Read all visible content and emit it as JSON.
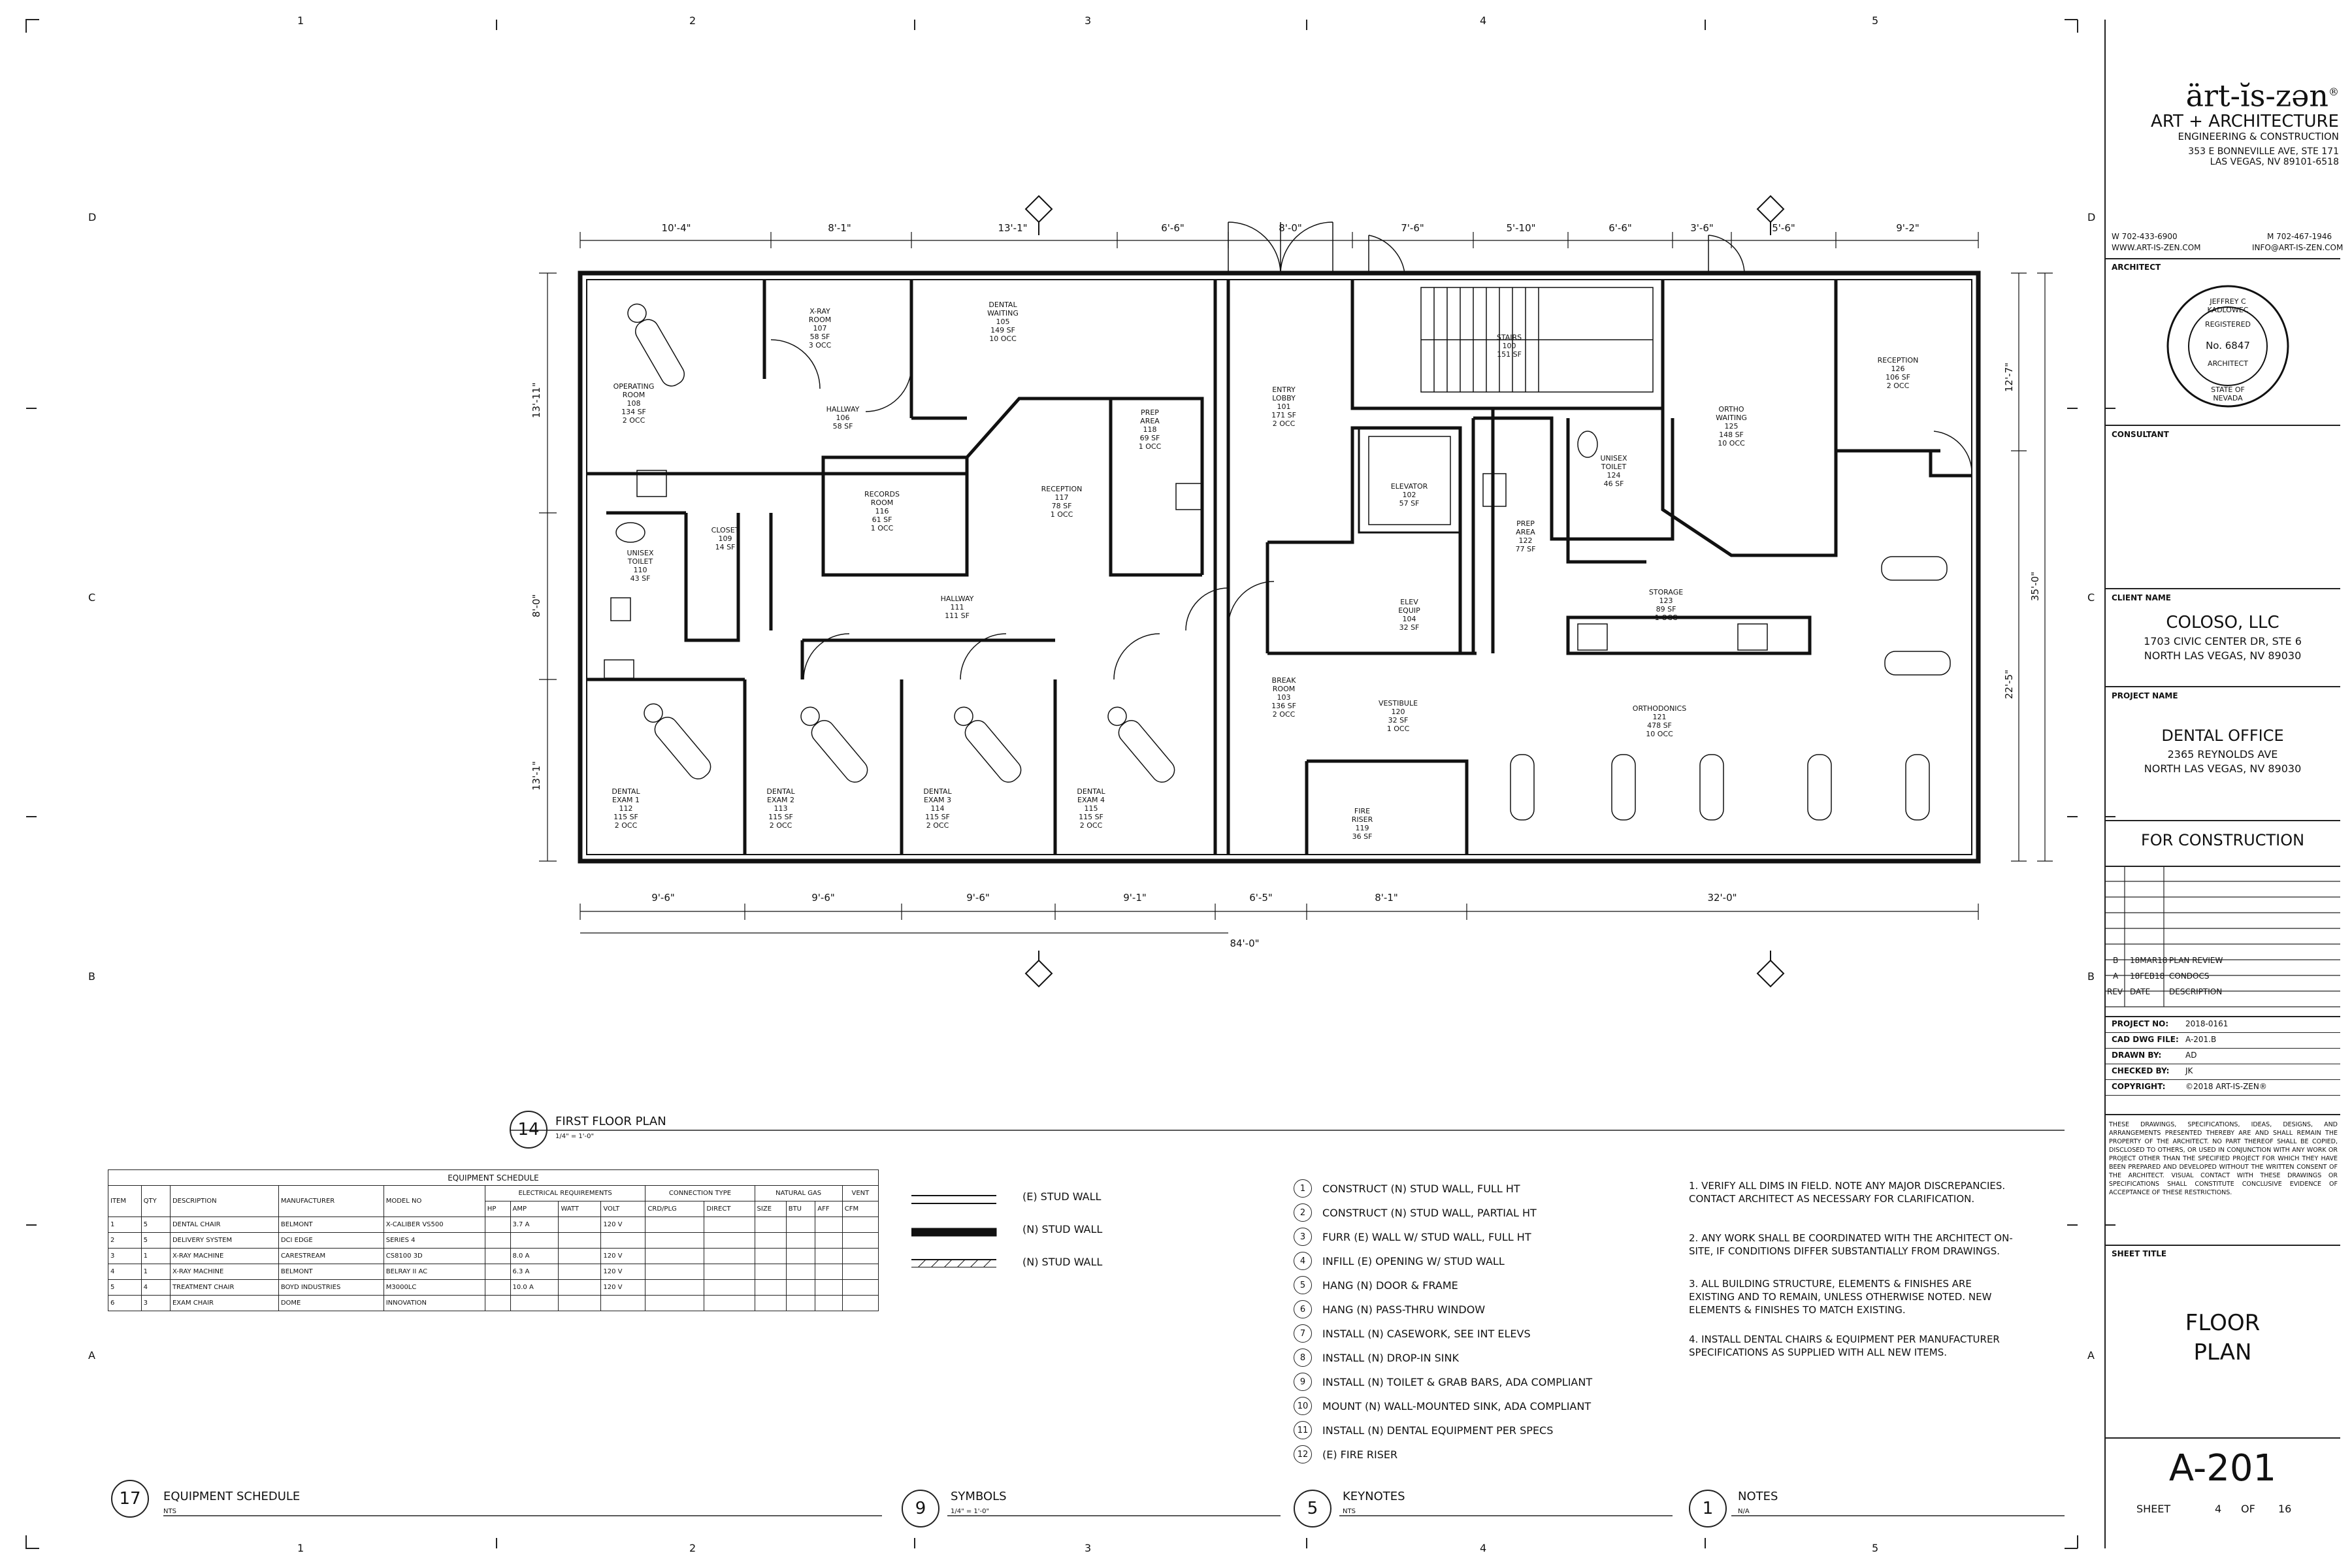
{
  "grid": {
    "cols": [
      "1",
      "2",
      "3",
      "4",
      "5"
    ],
    "rows": [
      "D",
      "C",
      "B",
      "A"
    ]
  },
  "firm": {
    "name": "ärt-ĭs-zən",
    "reg": "®",
    "line1": "ART + ARCHITECTURE",
    "line2": "ENGINEERING & CONSTRUCTION",
    "addr1": "353 E BONNEVILLE AVE, STE 171",
    "addr2": "LAS VEGAS, NV 89101-6518",
    "phone_w": "W 702-433-6900",
    "phone_m": "M 702-467-1946",
    "web": "WWW.ART-IS-ZEN.COM",
    "email": "INFO@ART-IS-ZEN.COM"
  },
  "titleblock": {
    "architect_label": "ARCHITECT",
    "consultant_label": "CONSULTANT",
    "client_label": "CLIENT NAME",
    "client_name": "COLOSO, LLC",
    "client_addr1": "1703 CIVIC CENTER DR, STE 6",
    "client_addr2": "NORTH LAS VEGAS, NV 89030",
    "project_label": "PROJECT NAME",
    "project_name": "DENTAL OFFICE",
    "project_addr1": "2365 REYNOLDS AVE",
    "project_addr2": "NORTH LAS VEGAS, NV 89030",
    "status": "FOR CONSTRUCTION",
    "revisions": [
      {
        "rev": "B",
        "date": "18MAR18",
        "desc": "PLAN REVIEW"
      },
      {
        "rev": "A",
        "date": "18FEB18",
        "desc": "CONDOCS"
      },
      {
        "rev": "REV",
        "date": "DATE",
        "desc": "DESCRIPTION"
      }
    ],
    "info": [
      {
        "k": "PROJECT NO:",
        "v": "2018-0161"
      },
      {
        "k": "CAD DWG FILE:",
        "v": "A-201.B"
      },
      {
        "k": "DRAWN BY:",
        "v": "AD"
      },
      {
        "k": "CHECKED BY:",
        "v": "JK"
      },
      {
        "k": "COPYRIGHT:",
        "v": "©2018 ART-IS-ZEN®"
      }
    ],
    "disclaimer": "THESE DRAWINGS, SPECIFICATIONS, IDEAS, DESIGNS, AND ARRANGEMENTS PRESENTED THEREBY ARE AND SHALL REMAIN THE PROPERTY OF THE ARCHITECT. NO PART THEREOF SHALL BE COPIED, DISCLOSED TO OTHERS, OR USED IN CONJUNCTION WITH ANY WORK OR PROJECT OTHER THAN THE SPECIFIED PROJECT FOR WHICH THEY HAVE BEEN PREPARED AND DEVELOPED WITHOUT THE WRITTEN CONSENT OF THE ARCHITECT. VISUAL CONTACT WITH THESE DRAWINGS OR SPECIFICATIONS SHALL CONSTITUTE CONCLUSIVE EVIDENCE OF ACCEPTANCE OF THESE RESTRICTIONS.",
    "sheet_title_label": "SHEET TITLE",
    "sheet_title1": "FLOOR",
    "sheet_title2": "PLAN",
    "sheet_no": "A-201",
    "sheet_label": "SHEET",
    "sheet_of": "4",
    "of_label": "OF",
    "sheet_total": "16"
  },
  "seal": {
    "name": "JEFFREY C KADLOWEC",
    "registered": "REGISTERED",
    "no": "No. 6847",
    "architect": "ARCHITECT",
    "state": "STATE OF NEVADA"
  },
  "plan": {
    "number": "14",
    "title": "FIRST FLOOR PLAN",
    "scale": "1/4\" = 1'-0\"",
    "rooms": [
      {
        "name": "OPERATING\nROOM\n108\n134 SF\n2 OCC"
      },
      {
        "name": "X-RAY\nROOM\n107\n58 SF\n3 OCC"
      },
      {
        "name": "DENTAL\nWAITING\n105\n149 SF\n10 OCC"
      },
      {
        "name": "HALLWAY\n106\n58 SF"
      },
      {
        "name": "PREP\nAREA\n118\n69 SF\n1 OCC"
      },
      {
        "name": "RECORDS\nROOM\n116\n61 SF\n1 OCC"
      },
      {
        "name": "RECEPTION\n117\n78 SF\n1 OCC"
      },
      {
        "name": "UNISEX\nTOILET\n110\n43 SF"
      },
      {
        "name": "CLOSET\n109\n14 SF"
      },
      {
        "name": "HALLWAY\n111\n111 SF"
      },
      {
        "name": "DENTAL\nEXAM 1\n112\n115 SF\n2 OCC"
      },
      {
        "name": "DENTAL\nEXAM 2\n113\n115 SF\n2 OCC"
      },
      {
        "name": "DENTAL\nEXAM 3\n114\n115 SF\n2 OCC"
      },
      {
        "name": "DENTAL\nEXAM 4\n115\n115 SF\n2 OCC"
      },
      {
        "name": "ENTRY\nLOBBY\n101\n171 SF\n2 OCC"
      },
      {
        "name": "ELEVATOR\n102\n57 SF"
      },
      {
        "name": "ELEV\nEQUIP\n104\n32 SF"
      },
      {
        "name": "BREAK\nROOM\n103\n136 SF\n2 OCC"
      },
      {
        "name": "VESTIBULE\n120\n32 SF\n1 OCC"
      },
      {
        "name": "FIRE\nRISER\n119\n36 SF"
      },
      {
        "name": "STAIRS\n100\n151 SF"
      },
      {
        "name": "PREP\nAREA\n122\n77 SF"
      },
      {
        "name": "UNISEX\nTOILET\n124\n46 SF"
      },
      {
        "name": "STORAGE\n123\n89 SF\n1 OCC"
      },
      {
        "name": "ORTHO\nWAITING\n125\n148 SF\n10 OCC"
      },
      {
        "name": "RECEPTION\n126\n106 SF\n2 OCC"
      },
      {
        "name": "ORTHODONICS\n121\n478 SF\n10 OCC"
      }
    ],
    "dims_top": [
      "10'-4\"",
      "8'-1\"",
      "13'-1\"",
      "6'-6\"",
      "8'-0\"",
      "7'-6\"",
      "5'-10\"",
      "6'-6\"",
      "3'-6\"",
      "5'-6\"",
      "9'-2\""
    ],
    "dims_bottom": [
      "9'-6\"",
      "9'-6\"",
      "9'-6\"",
      "9'-1\"",
      "6'-5\"",
      "8'-1\"",
      "32'-0\""
    ],
    "dim_overall": "84'-0\"",
    "dims_left": [
      "13'-11\"",
      "8'-0\"",
      "13'-1\""
    ],
    "dims_right": [
      "12'-7\"",
      "35'-0\"",
      "22'-5\""
    ]
  },
  "equipment": {
    "number": "17",
    "title": "EQUIPMENT SCHEDULE",
    "scale": "NTS",
    "header": "EQUIPMENT SCHEDULE",
    "groups": [
      "ELECTRICAL REQUIREMENTS",
      "CONNECTION TYPE",
      "NATURAL GAS",
      "VENT"
    ],
    "cols": [
      "ITEM",
      "QTY",
      "DESCRIPTION",
      "MANUFACTURER",
      "MODEL NO",
      "HP",
      "AMP",
      "WATT",
      "VOLT",
      "CRD/PLG",
      "DIRECT",
      "SIZE",
      "BTU",
      "AFF",
      "CFM"
    ],
    "rows": [
      [
        "1",
        "5",
        "DENTAL CHAIR",
        "BELMONT",
        "X-CALIBER VS500",
        "",
        "3.7 A",
        "",
        "120 V",
        "",
        "",
        "",
        "",
        "",
        ""
      ],
      [
        "2",
        "5",
        "DELIVERY SYSTEM",
        "DCI EDGE",
        "SERIES 4",
        "",
        "",
        "",
        "",
        "",
        "",
        "",
        "",
        "",
        ""
      ],
      [
        "3",
        "1",
        "X-RAY MACHINE",
        "CARESTREAM",
        "CS8100 3D",
        "",
        "8.0 A",
        "",
        "120 V",
        "",
        "",
        "",
        "",
        "",
        ""
      ],
      [
        "4",
        "1",
        "X-RAY MACHINE",
        "BELMONT",
        "BELRAY II AC",
        "",
        "6.3 A",
        "",
        "120 V",
        "",
        "",
        "",
        "",
        "",
        ""
      ],
      [
        "5",
        "4",
        "TREATMENT CHAIR",
        "BOYD INDUSTRIES",
        "M3000LC",
        "",
        "10.0 A",
        "",
        "120 V",
        "",
        "",
        "",
        "",
        "",
        ""
      ],
      [
        "6",
        "3",
        "EXAM CHAIR",
        "DOME",
        "INNOVATION",
        "",
        "",
        "",
        "",
        "",
        "",
        "",
        "",
        "",
        ""
      ]
    ]
  },
  "symbols": {
    "number": "9",
    "title": "SYMBOLS",
    "scale": "1/4\" = 1'-0\"",
    "items": [
      "(E) STUD WALL",
      "(N) STUD WALL",
      "(N) STUD WALL"
    ]
  },
  "keynotes": {
    "number": "5",
    "title": "KEYNOTES",
    "scale": "NTS",
    "items": [
      "CONSTRUCT (N) STUD WALL, FULL HT",
      "CONSTRUCT (N) STUD WALL, PARTIAL HT",
      "FURR (E) WALL W/ STUD WALL, FULL HT",
      "INFILL (E) OPENING W/ STUD WALL",
      "HANG (N) DOOR & FRAME",
      "HANG (N) PASS-THRU WINDOW",
      "INSTALL (N) CASEWORK, SEE INT ELEVS",
      "INSTALL (N) DROP-IN SINK",
      "INSTALL (N) TOILET & GRAB BARS, ADA COMPLIANT",
      "MOUNT (N) WALL-MOUNTED SINK, ADA COMPLIANT",
      "INSTALL (N) DENTAL EQUIPMENT PER SPECS",
      "(E) FIRE RISER"
    ]
  },
  "notes": {
    "number": "1",
    "title": "NOTES",
    "scale": "N/A",
    "items": [
      "1.      VERIFY ALL DIMS IN FIELD.  NOTE ANY MAJOR DISCREPANCIES.  CONTACT ARCHITECT AS NECESSARY FOR CLARIFICATION.",
      "2.      ANY WORK SHALL BE COORDINATED WITH THE ARCHITECT ON-SITE, IF CONDITIONS DIFFER SUBSTANTIALLY FROM DRAWINGS.",
      "3.      ALL BUILDING STRUCTURE, ELEMENTS & FINISHES ARE EXISTING AND TO REMAIN, UNLESS OTHERWISE NOTED.  NEW ELEMENTS & FINISHES TO MATCH EXISTING.",
      "4.      INSTALL DENTAL CHAIRS & EQUIPMENT PER MANUFACTURER SPECIFICATIONS AS SUPPLIED WITH ALL NEW ITEMS."
    ]
  }
}
